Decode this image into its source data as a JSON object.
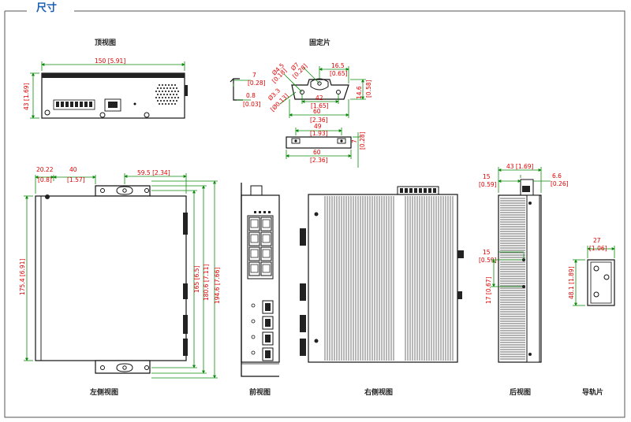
{
  "page": {
    "title": "尺寸"
  },
  "views": {
    "top": "顶视图",
    "bracket": "固定片",
    "left": "左侧视图",
    "front": "前视图",
    "right": "右侧视图",
    "rear": "后视图",
    "rail": "导轨片"
  },
  "dims": {
    "top_width": "150 [5.91]",
    "top_height": "43 [1.69]",
    "br_phi45": "Ø4.5",
    "br_phi45_in": "[0.18]",
    "br_phi7": "Ø7",
    "br_phi7_in": "[0.28]",
    "br_165": "16.5",
    "br_165_in": "[0.65]",
    "br_7": "7",
    "br_7_in": "[0.28]",
    "br_08": "0.8",
    "br_08_in": "[0.03]",
    "br_phi33": "Ø3.3",
    "br_phi33_in": "[Ø0.13]",
    "br_42": "42",
    "br_42_in": "[1.65]",
    "br_60": "60",
    "br_60_in": "[2.36]",
    "br_146": "14.6",
    "br_146_in": "[0.58]",
    "br2_49": "49",
    "br2_49_in": "[1.93]",
    "br2_60": "60",
    "br2_60_in": "[2.36]",
    "br2_7": "7",
    "br2_7_in": "[0.28]",
    "l_2022": "20.22",
    "l_2022_in": "[0.8]",
    "l_40": "40",
    "l_40_in": "[1.57]",
    "l_595": "59.5 [2.34]",
    "l_1754": "175.4 [6.91]",
    "l_165": "165 [6.5]",
    "l_1806": "180.6 [7.11]",
    "l_1946": "194.6 [7.66]",
    "rear_43": "43 [1.69]",
    "rear_15": "15",
    "rear_15_in": "[0.59]",
    "rear_66": "6.6",
    "rear_66_in": "[0.26]",
    "rear_15b": "15",
    "rear_15b_in": "[0.59]",
    "rear_17": "17 [0.67]",
    "rail_27": "27",
    "rail_27_in": "[1.06]",
    "rail_481": "48.1 [1.89]"
  }
}
